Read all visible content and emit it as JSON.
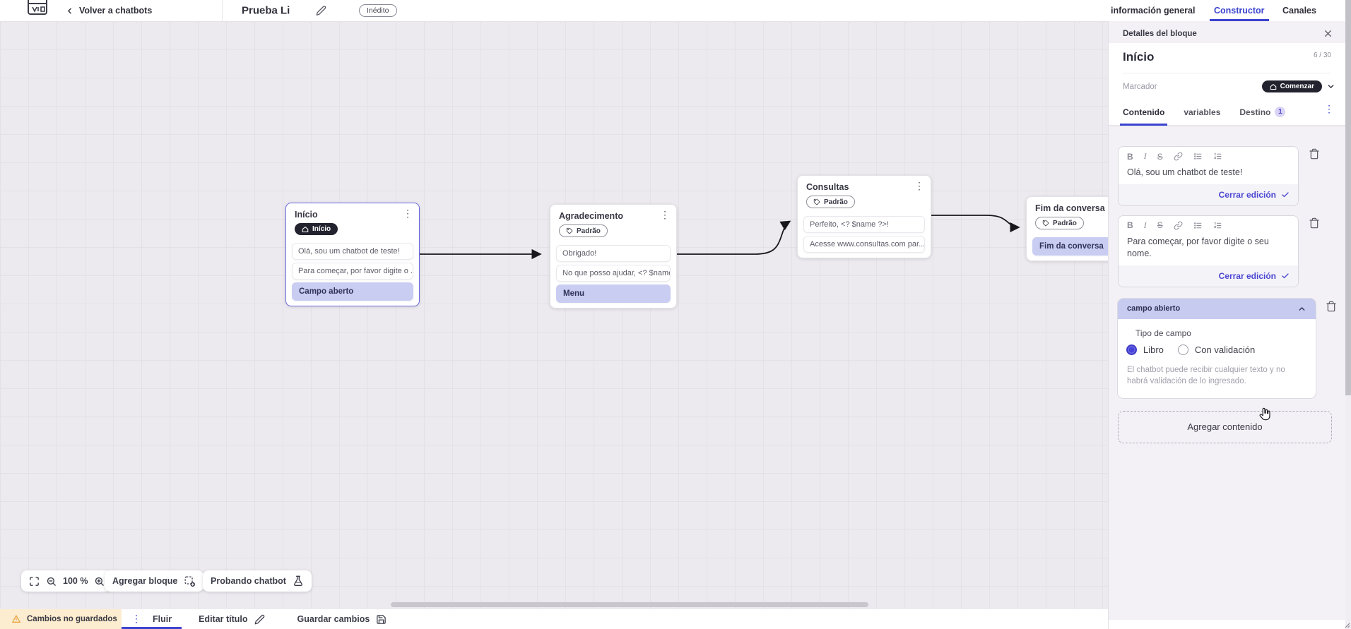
{
  "topbar": {
    "back_label": "Volver a chatbots",
    "title": "Prueba Li",
    "status_badge": "Inédito",
    "tabs": [
      {
        "label": "información general",
        "active": false
      },
      {
        "label": "Constructor",
        "active": true
      },
      {
        "label": "Canales",
        "active": false
      }
    ]
  },
  "canvas": {
    "nodes": [
      {
        "title": "Início",
        "badge": "Início",
        "rows": [
          {
            "text": "Olá, sou um chatbot de teste!",
            "type": "message"
          },
          {
            "text": "Para começar, por favor digite o ...",
            "type": "message"
          },
          {
            "text": "Campo aberto",
            "type": "action"
          }
        ]
      },
      {
        "title": "Agradecimento",
        "badge": "Padrão",
        "rows": [
          {
            "text": "Obrigado!",
            "type": "message"
          },
          {
            "text": "No que posso ajudar, <? $name ...",
            "type": "message"
          },
          {
            "text": "Menu",
            "type": "action"
          }
        ]
      },
      {
        "title": "Consultas",
        "badge": "Padrão",
        "rows": [
          {
            "text": "Perfeito, <? $name ?>!",
            "type": "message"
          },
          {
            "text": "Acesse www.consultas.com par...",
            "type": "message"
          }
        ]
      },
      {
        "title": "Fim da conversa",
        "badge": "Padrão",
        "rows": [
          {
            "text": "Fim da conversa",
            "type": "action"
          }
        ]
      }
    ],
    "controls": {
      "zoom_level": "100 %",
      "add_block_label": "Agregar bloque",
      "test_chatbot_label": "Probando chatbot"
    }
  },
  "panel": {
    "header": "Detalles del bloque",
    "block_name": "Início",
    "char_counter": "6 / 30",
    "marker_label": "Marcador",
    "marker_value": "Comenzar",
    "tabs": [
      {
        "label": "Contenido",
        "active": true
      },
      {
        "label": "variables",
        "active": false
      },
      {
        "label": "Destino",
        "active": false,
        "badge": "1"
      }
    ],
    "editor_toolbar": {
      "bold": "B",
      "italic": "I",
      "strike": "S"
    },
    "editors": [
      {
        "text": "Olá, sou um chatbot de teste!",
        "close_label": "Cerrar edición"
      },
      {
        "text": "Para começar, por favor digite o seu nome.",
        "close_label": "Cerrar edición"
      }
    ],
    "open_field": {
      "header": "campo abierto",
      "type_label": "Tipo de campo",
      "options": [
        {
          "label": "Libro",
          "selected": true
        },
        {
          "label": "Con validación",
          "selected": false
        }
      ],
      "help_text": "El chatbot puede recibir cualquier texto y no habrá validación de lo ingresado."
    },
    "add_content_label": "Agregar contenido"
  },
  "statusbar": {
    "unsaved_label": "Cambios no guardados",
    "flow_label": "Fluir",
    "edit_title_label": "Editar título",
    "save_label": "Guardar cambios"
  },
  "colors": {
    "accent_blue": "#3b44ce",
    "indigo": "#4a46d2",
    "lavender": "#c9cdf2",
    "dark_badge": "#22232f",
    "warning_bg": "#fcecd0",
    "warning_icon": "#e7a13b",
    "canvas_bg": "#eceaee",
    "panel_bg": "#f3f1f6"
  }
}
